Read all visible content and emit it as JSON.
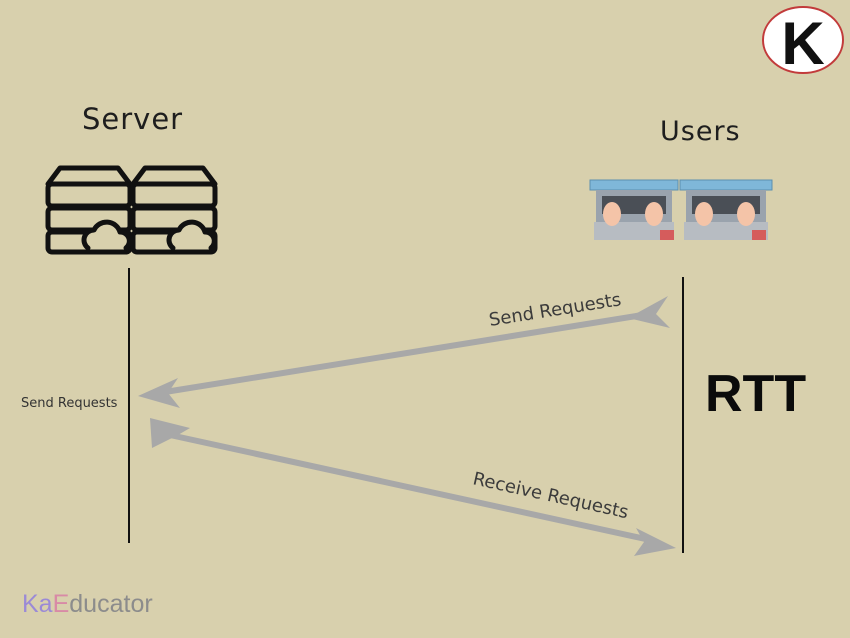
{
  "server": {
    "title": "Server"
  },
  "users": {
    "title": "Users"
  },
  "rtt": {
    "label": "RTT"
  },
  "arrows": [
    {
      "label": "Send Requests"
    },
    {
      "label": "Receive Requests"
    }
  ],
  "side_label": "Send Requests",
  "brand": {
    "part1": "Ka",
    "part2": "E",
    "part3": "ducator",
    "logo_letter": "K"
  },
  "colors": {
    "background": "#d8d0ad",
    "arrow": "#a8a8a8",
    "logo_ring": "#c23b3b"
  },
  "icons": [
    "server-rack-cloud-icon",
    "laptop-typing-icon",
    "brand-logo-icon"
  ]
}
